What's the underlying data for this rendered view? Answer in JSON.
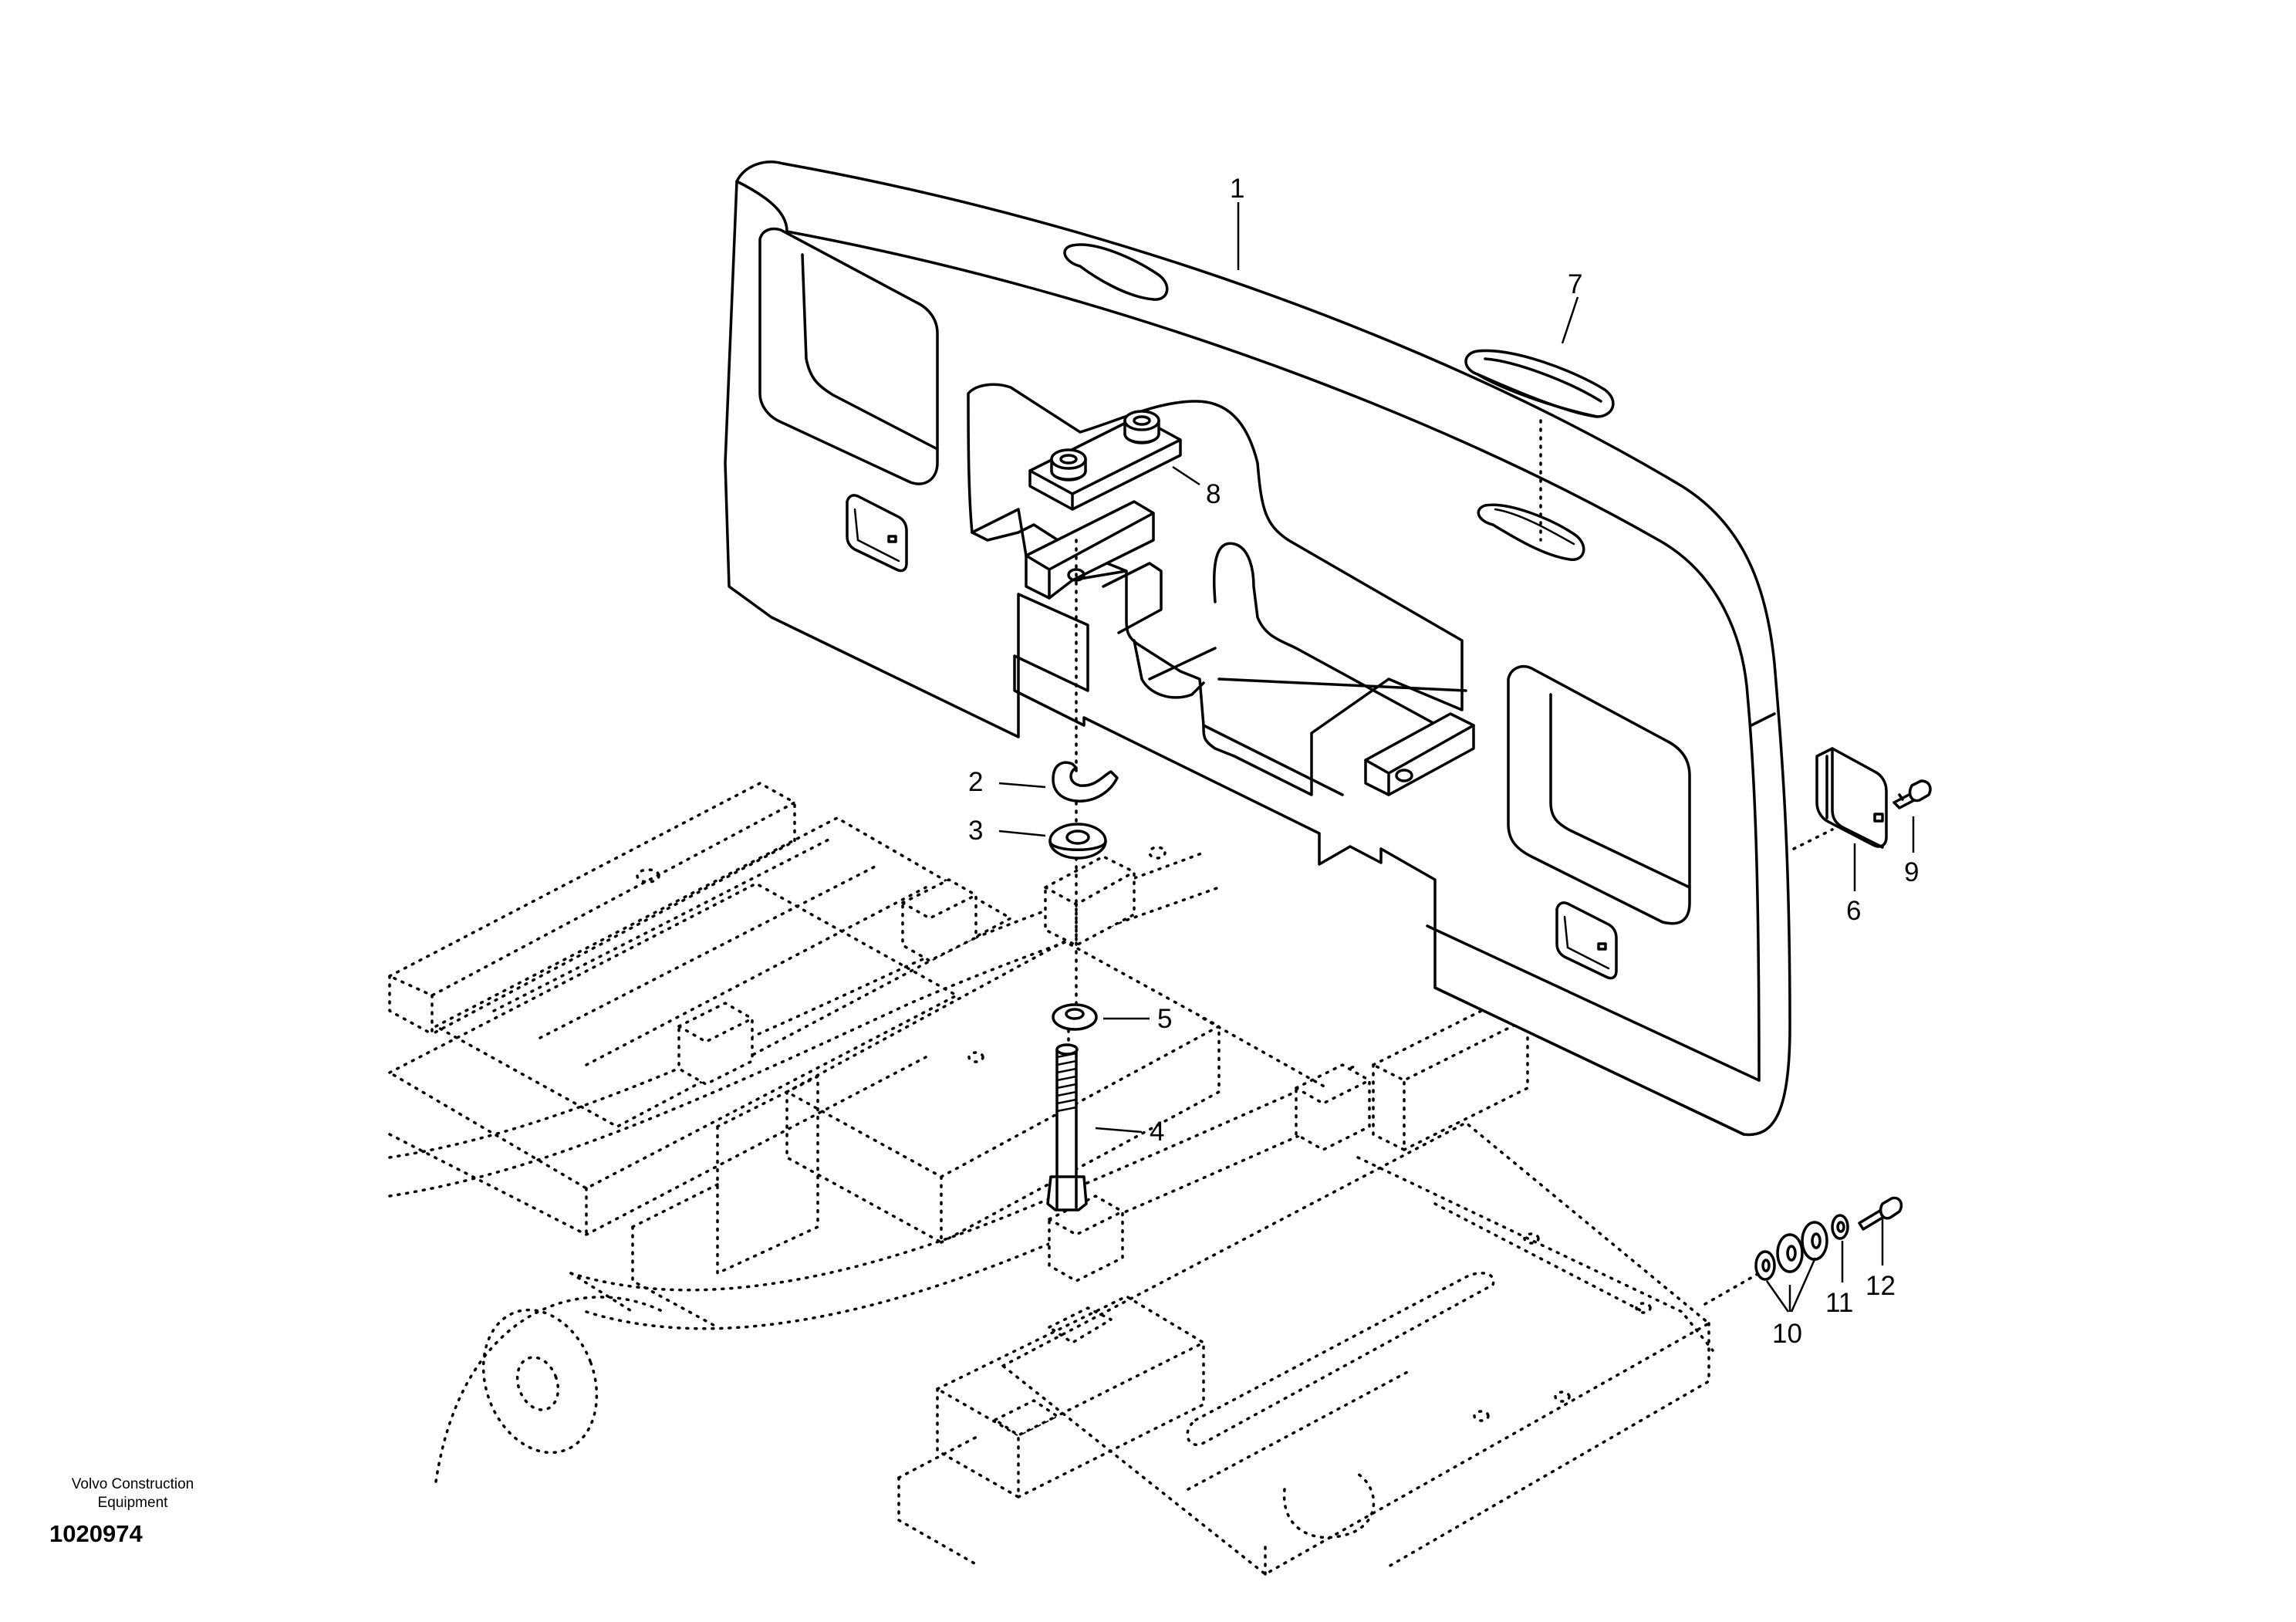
{
  "callouts": {
    "c1": "1",
    "c2": "2",
    "c3": "3",
    "c4": "4",
    "c5": "5",
    "c6": "6",
    "c7": "7",
    "c8": "8",
    "c9": "9",
    "c10": "10",
    "c11": "11",
    "c12": "12"
  },
  "footer": {
    "brand_line1": "Volvo Construction",
    "brand_line2": "Equipment",
    "doc_number": "1020974"
  }
}
